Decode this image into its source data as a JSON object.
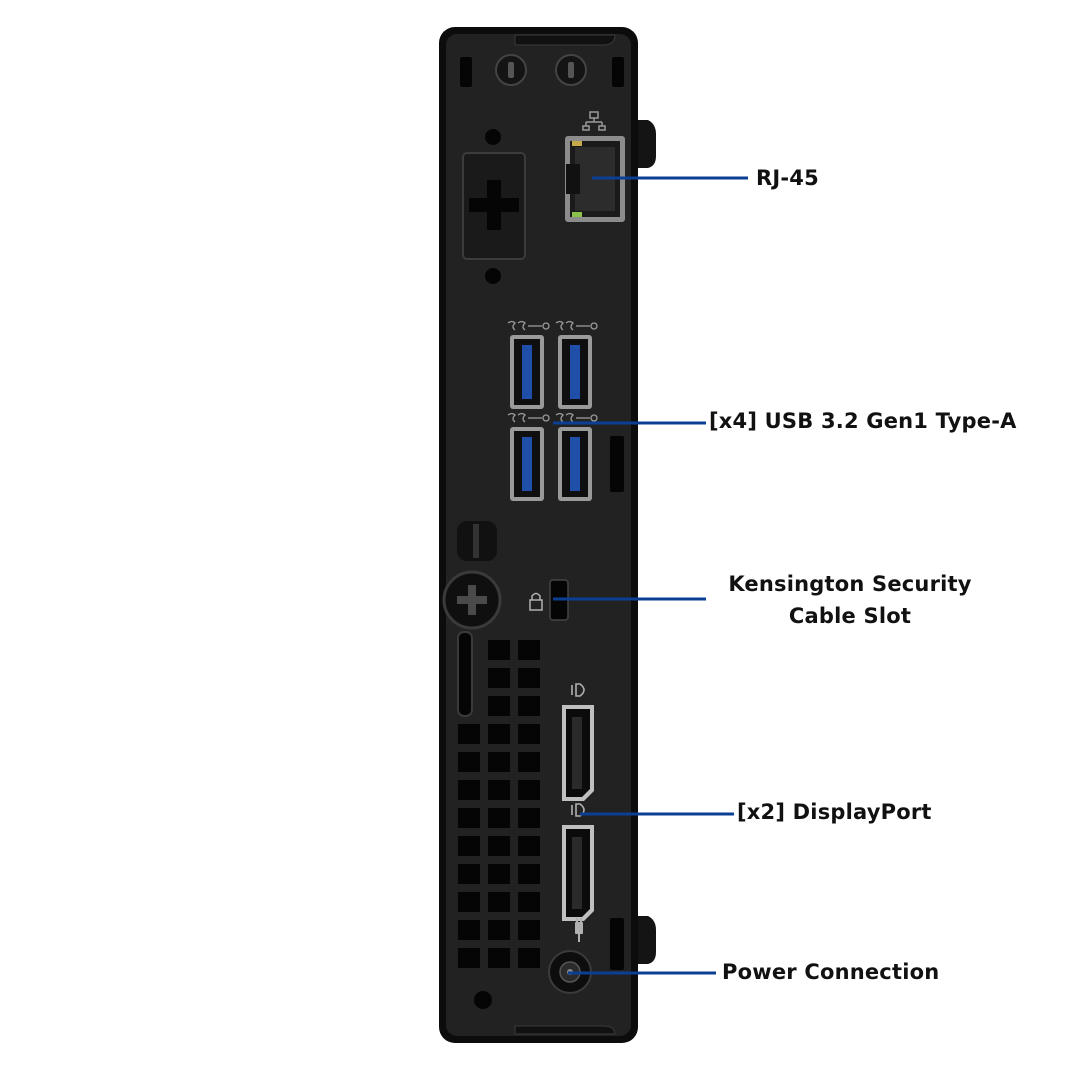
{
  "colors": {
    "background": "#ffffff",
    "chassis": "#1e1e1e",
    "chassis_edge": "#0c0c0c",
    "callout_line": "#0b3f93",
    "usb_blue": "#1f4fa8"
  },
  "callouts": {
    "rj45": "RJ-45",
    "usb": "[x4] USB 3.2 Gen1 Type-A",
    "kensington_line1": "Kensington Security",
    "kensington_line2": "Cable Slot",
    "displayport": "[x2] DisplayPort",
    "power": "Power Connection"
  },
  "port_icons": {
    "rj45": "network-icon",
    "usb": "superspeed-usb-icon",
    "lock": "lock-icon",
    "displayport": "displayport-icon",
    "power": "power-plug-icon"
  }
}
